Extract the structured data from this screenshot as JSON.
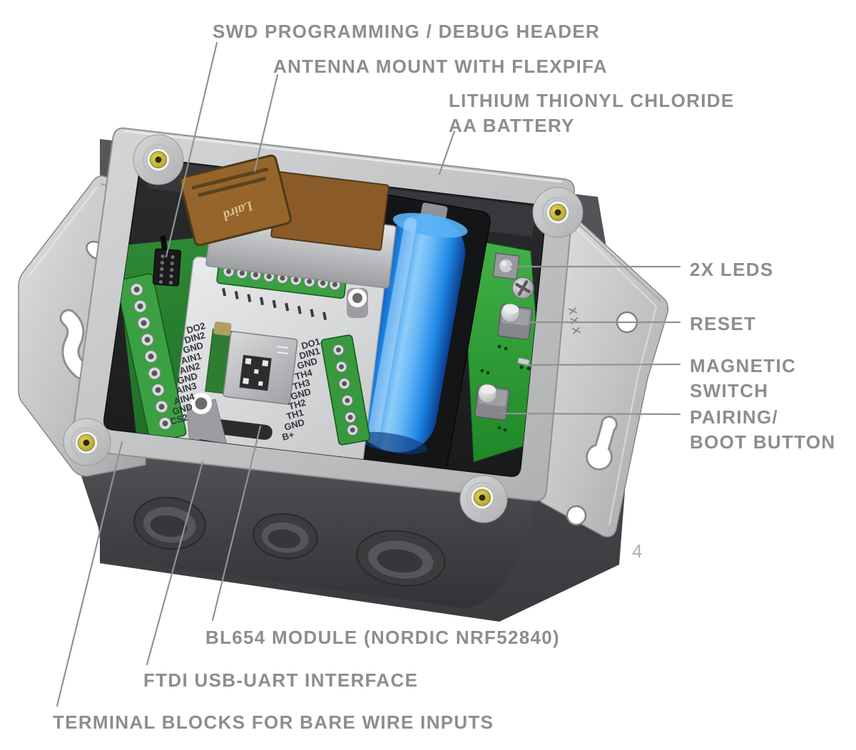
{
  "page": {
    "number": "4"
  },
  "callouts": {
    "swd": {
      "text": "SWD PROGRAMMING / DEBUG HEADER"
    },
    "antenna": {
      "text": "ANTENNA MOUNT WITH FLEXPIFA"
    },
    "battery": {
      "line1": "LITHIUM THIONYL CHLORIDE",
      "line2": "AA BATTERY"
    },
    "leds": {
      "text": "2X LEDS"
    },
    "reset": {
      "text": "RESET"
    },
    "magnetic": {
      "line1": "MAGNETIC",
      "line2": "SWITCH"
    },
    "pairing": {
      "line1": "PAIRING/",
      "line2": "BOOT BUTTON"
    },
    "bl654": {
      "text": "BL654 MODULE (NORDIC NRF52840)"
    },
    "ftdi": {
      "text": "FTDI USB-UART INTERFACE"
    },
    "terminal": {
      "text": "TERMINAL BLOCKS FOR BARE WIRE INPUTS"
    }
  },
  "silkscreen": {
    "left": [
      "DO2",
      "DIN2",
      "GND",
      "AIN1",
      "AIN2",
      "GND",
      "AIN3",
      "AIN4",
      "GND",
      "CS2"
    ],
    "right": [
      "DO1",
      "DIN1",
      "GND",
      "TH4",
      "TH3",
      "GND",
      "TH2",
      "TH1",
      "GND",
      "B+"
    ]
  },
  "markings": {
    "antenna_brand": "Laird",
    "flange": "XXX"
  },
  "colors": {
    "label_text": "#8b8e91",
    "leader_line": "#909294",
    "pcb_green": "#2f8c36",
    "battery_blue": "#2196f3",
    "enclosure_gray": "#c6c7c9"
  }
}
